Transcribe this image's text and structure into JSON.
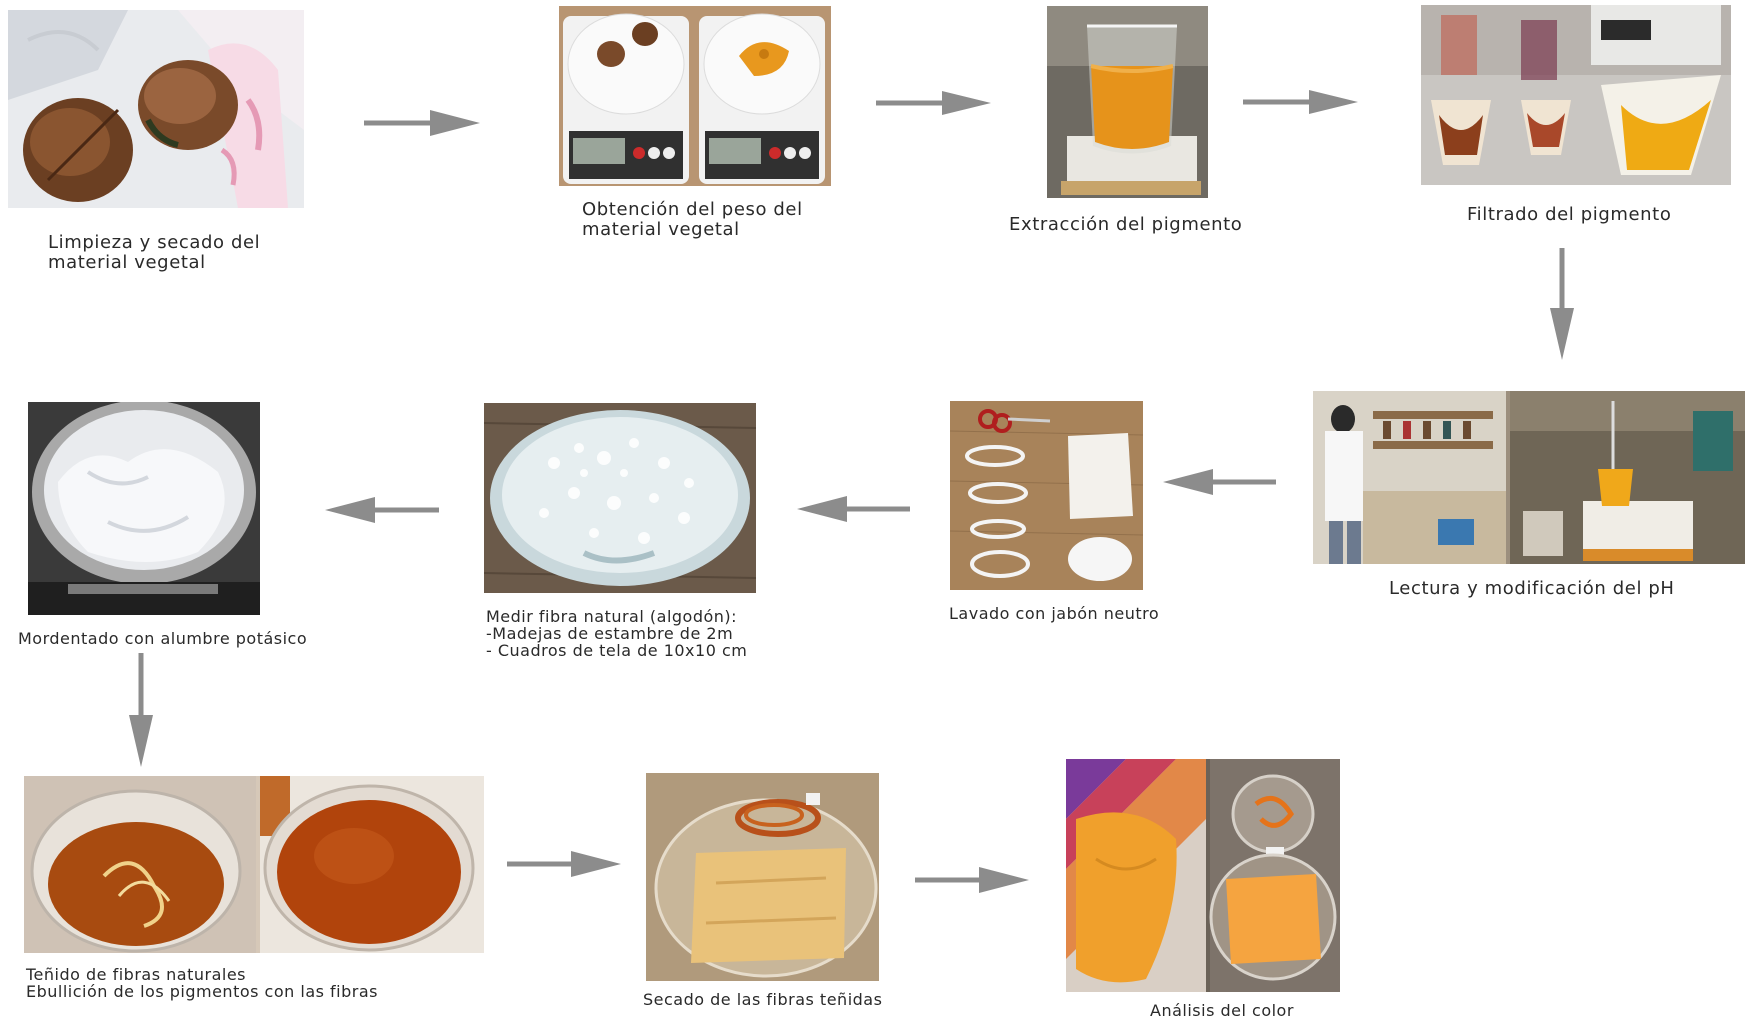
{
  "steps": [
    {
      "id": "s1",
      "label": "Limpieza y secado del\nmaterial vegetal"
    },
    {
      "id": "s2",
      "label": "Obtención del peso del\nmaterial vegetal"
    },
    {
      "id": "s3",
      "label": "Extracción del pigmento"
    },
    {
      "id": "s4",
      "label": "Filtrado del pigmento"
    },
    {
      "id": "s5",
      "label": "Lectura y modificación del pH"
    },
    {
      "id": "s6",
      "label": "Lavado con jabón neutro"
    },
    {
      "id": "s7",
      "label": "Medir fibra natural (algodón):\n -Madejas de estambre de 2m\n - Cuadros de tela de 10x10 cm"
    },
    {
      "id": "s8",
      "label": "Mordentado con alumbre potásico"
    },
    {
      "id": "s9",
      "label": "Teñido de fibras naturales\nEbullición de los pigmentos con las fibras"
    },
    {
      "id": "s10",
      "label": "Secado de las fibras teñidas"
    },
    {
      "id": "s11",
      "label": "Análisis del color"
    }
  ],
  "colors": {
    "arrow": "#8c8c8c",
    "pigment": "#e89a1c",
    "dye_liquid": "#b5530f",
    "dyed_fabric": "#f2a640"
  }
}
